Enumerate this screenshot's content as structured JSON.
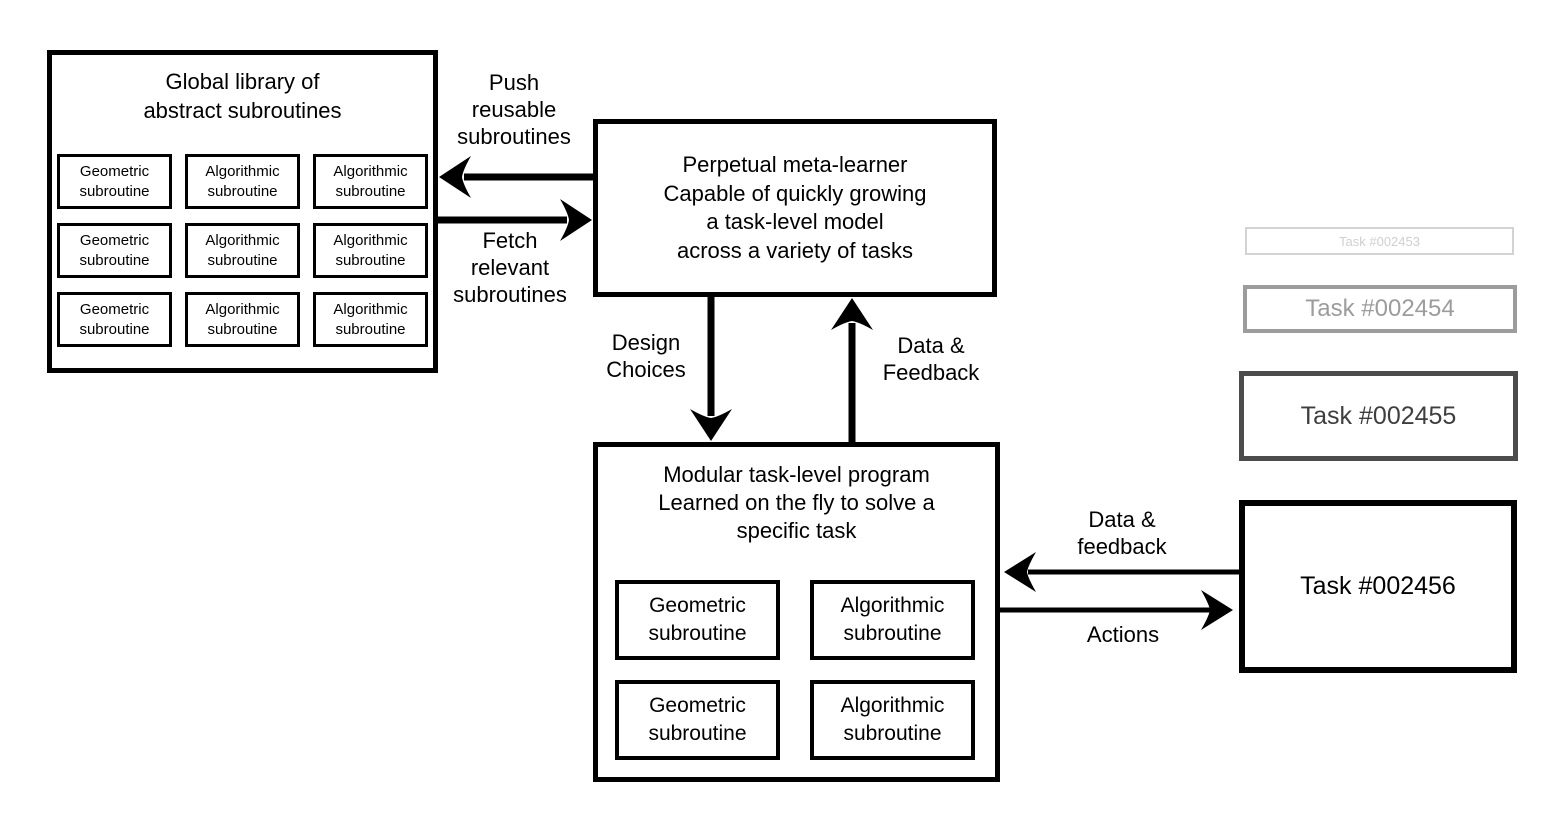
{
  "library": {
    "title": "Global library of\nabstract subroutines",
    "cells": [
      "Geometric subroutine",
      "Algorithmic subroutine",
      "Algorithmic subroutine",
      "Geometric subroutine",
      "Algorithmic subroutine",
      "Algorithmic subroutine",
      "Geometric subroutine",
      "Algorithmic subroutine",
      "Algorithmic subroutine"
    ]
  },
  "meta_learner": {
    "text": "Perpetual meta-learner\nCapable of quickly growing\na task-level model\nacross a variety of tasks"
  },
  "program": {
    "title": "Modular task-level program\nLearned on the fly to solve a\nspecific task",
    "cells": [
      "Geometric subroutine",
      "Algorithmic subroutine",
      "Geometric subroutine",
      "Algorithmic subroutine"
    ]
  },
  "tasks": [
    {
      "label": "Task #002453",
      "color": "#cfcfcf"
    },
    {
      "label": "Task #002454",
      "color": "#9c9c9c"
    },
    {
      "label": "Task #002455",
      "color": "#4c4c4c"
    },
    {
      "label": "Task #002456",
      "color": "#000000"
    }
  ],
  "arrows": {
    "push": "Push\nreusable\nsubroutines",
    "fetch": "Fetch\nrelevant\nsubroutines",
    "design": "Design\nChoices",
    "feedback_up": "Data &\nFeedback",
    "feedback_left": "Data &\nfeedback",
    "actions": "Actions"
  },
  "colors": {
    "line": "#000000",
    "background": "#ffffff"
  }
}
